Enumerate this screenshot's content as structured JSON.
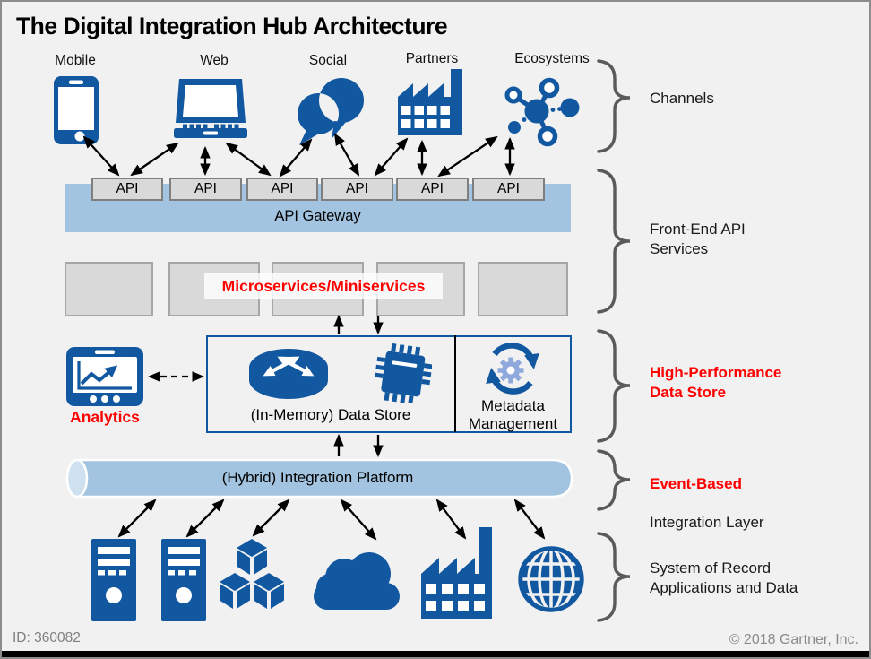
{
  "title": "The Digital Integration Hub Architecture",
  "channels": [
    {
      "label": "Mobile",
      "icon": "smartphone-icon"
    },
    {
      "label": "Web",
      "icon": "laptop-icon"
    },
    {
      "label": "Social",
      "icon": "chat-bubbles-icon"
    },
    {
      "label": "Partners",
      "icon": "factory-icon"
    },
    {
      "label": "Ecosystems",
      "icon": "network-icon"
    }
  ],
  "api_layer": {
    "gateway_label": "API Gateway",
    "boxes": [
      "API",
      "API",
      "API",
      "API",
      "API",
      "API"
    ]
  },
  "microservices": {
    "label": "Microservices/Miniservices"
  },
  "high_performance_store": {
    "analytics_label": "Analytics",
    "data_store_label": "(In-Memory) Data Store",
    "metadata_label": "Metadata\nManagement",
    "icons": [
      "analytics-icon",
      "router-icon",
      "cpu-chip-icon",
      "metadata-sync-icon"
    ]
  },
  "integration_platform": {
    "label": "(Hybrid) Integration Platform"
  },
  "system_of_record": {
    "icons": [
      "server-icon",
      "server-icon",
      "cubes-icon",
      "cloud-icon",
      "factory-icon",
      "globe-icon"
    ]
  },
  "right_labels": {
    "channels": "Channels",
    "front_end_api": "Front-End API\nServices",
    "high_performance": "High-Performance\nData Store",
    "event_based_line1": "Event-Based",
    "event_based_line2": "Integration Layer",
    "system_of_record": "System of Record\nApplications and Data"
  },
  "footer": {
    "doc_id": "ID: 360082",
    "copyright": "© 2018 Gartner, Inc."
  },
  "colors": {
    "brand_blue": "#1158a1",
    "light_blue": "#a3c4e0",
    "accent_red": "#ff0000",
    "box_gray": "#d9d9d9",
    "brace_gray": "#5a5a5a",
    "footer_gray": "#7f7f7f"
  }
}
